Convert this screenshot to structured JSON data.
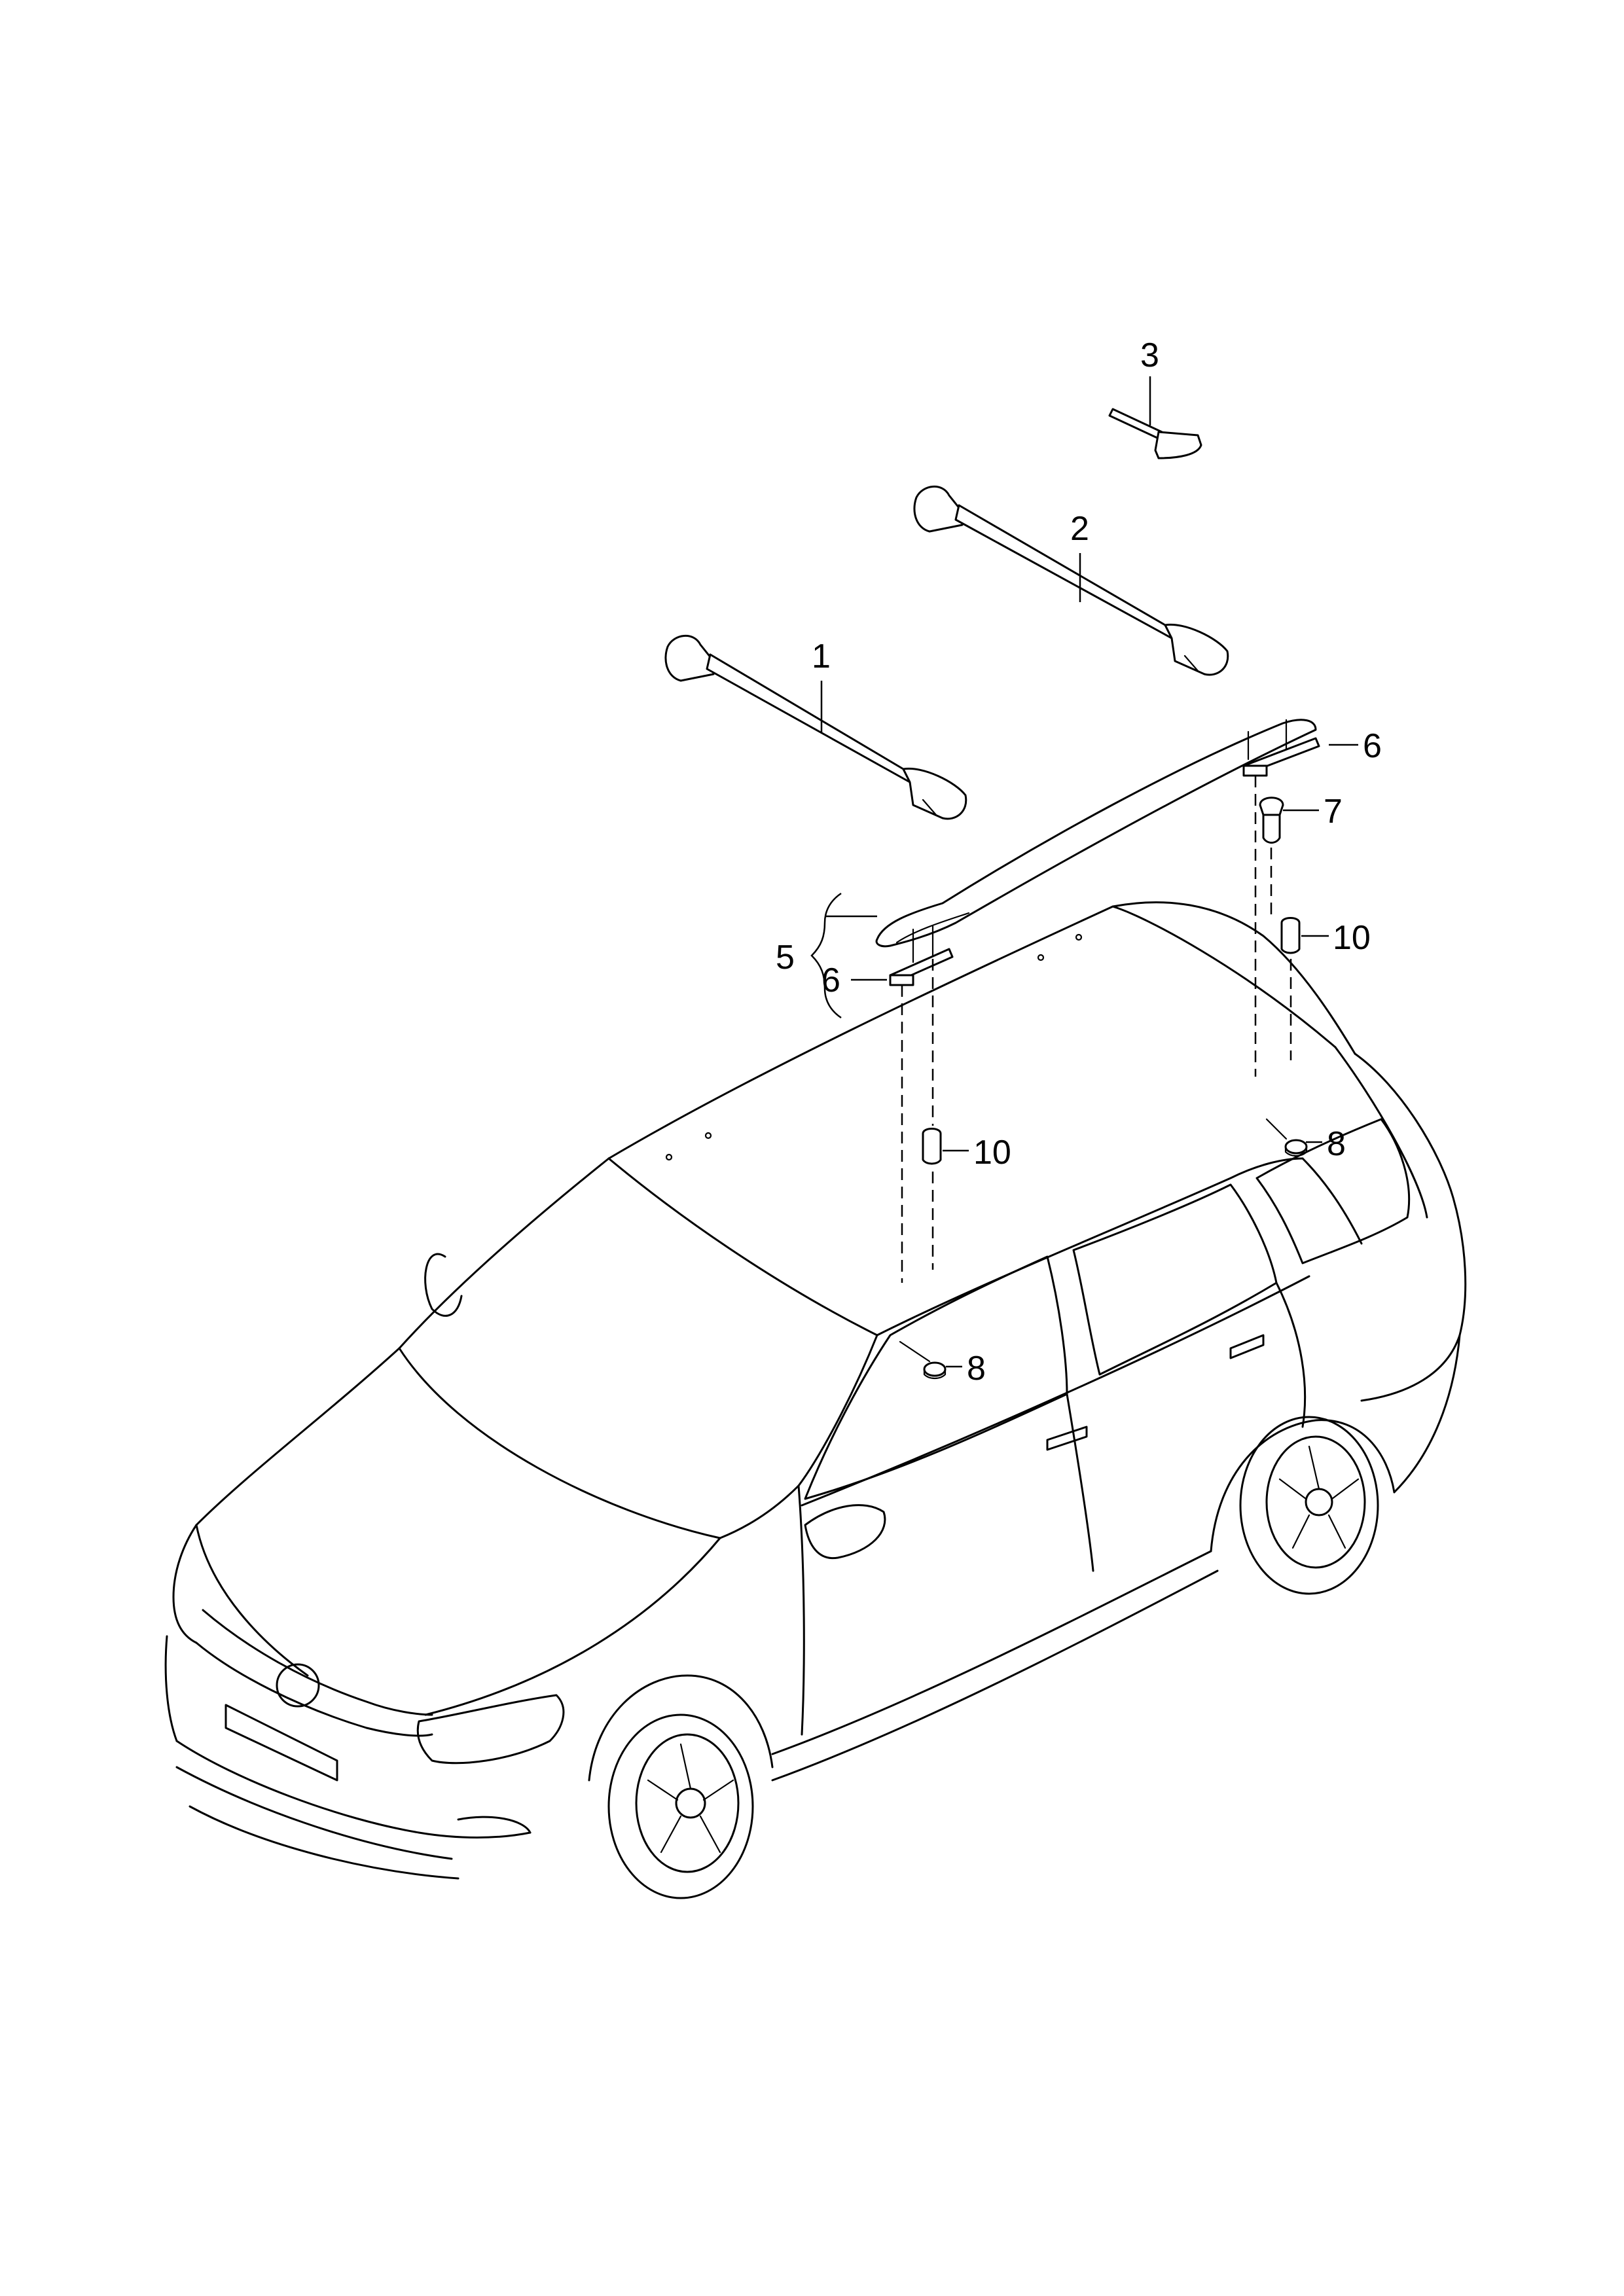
{
  "callouts": {
    "part_1": "1",
    "part_2": "2",
    "part_3": "3",
    "part_5": "5",
    "part_6_front": "6",
    "part_6_rear": "6",
    "part_7": "7",
    "part_8_front": "8",
    "part_8_rear": "8",
    "part_10_front": "10",
    "part_10_rear": "10"
  },
  "style": {
    "line_color": "#000000",
    "background": "#ffffff"
  }
}
